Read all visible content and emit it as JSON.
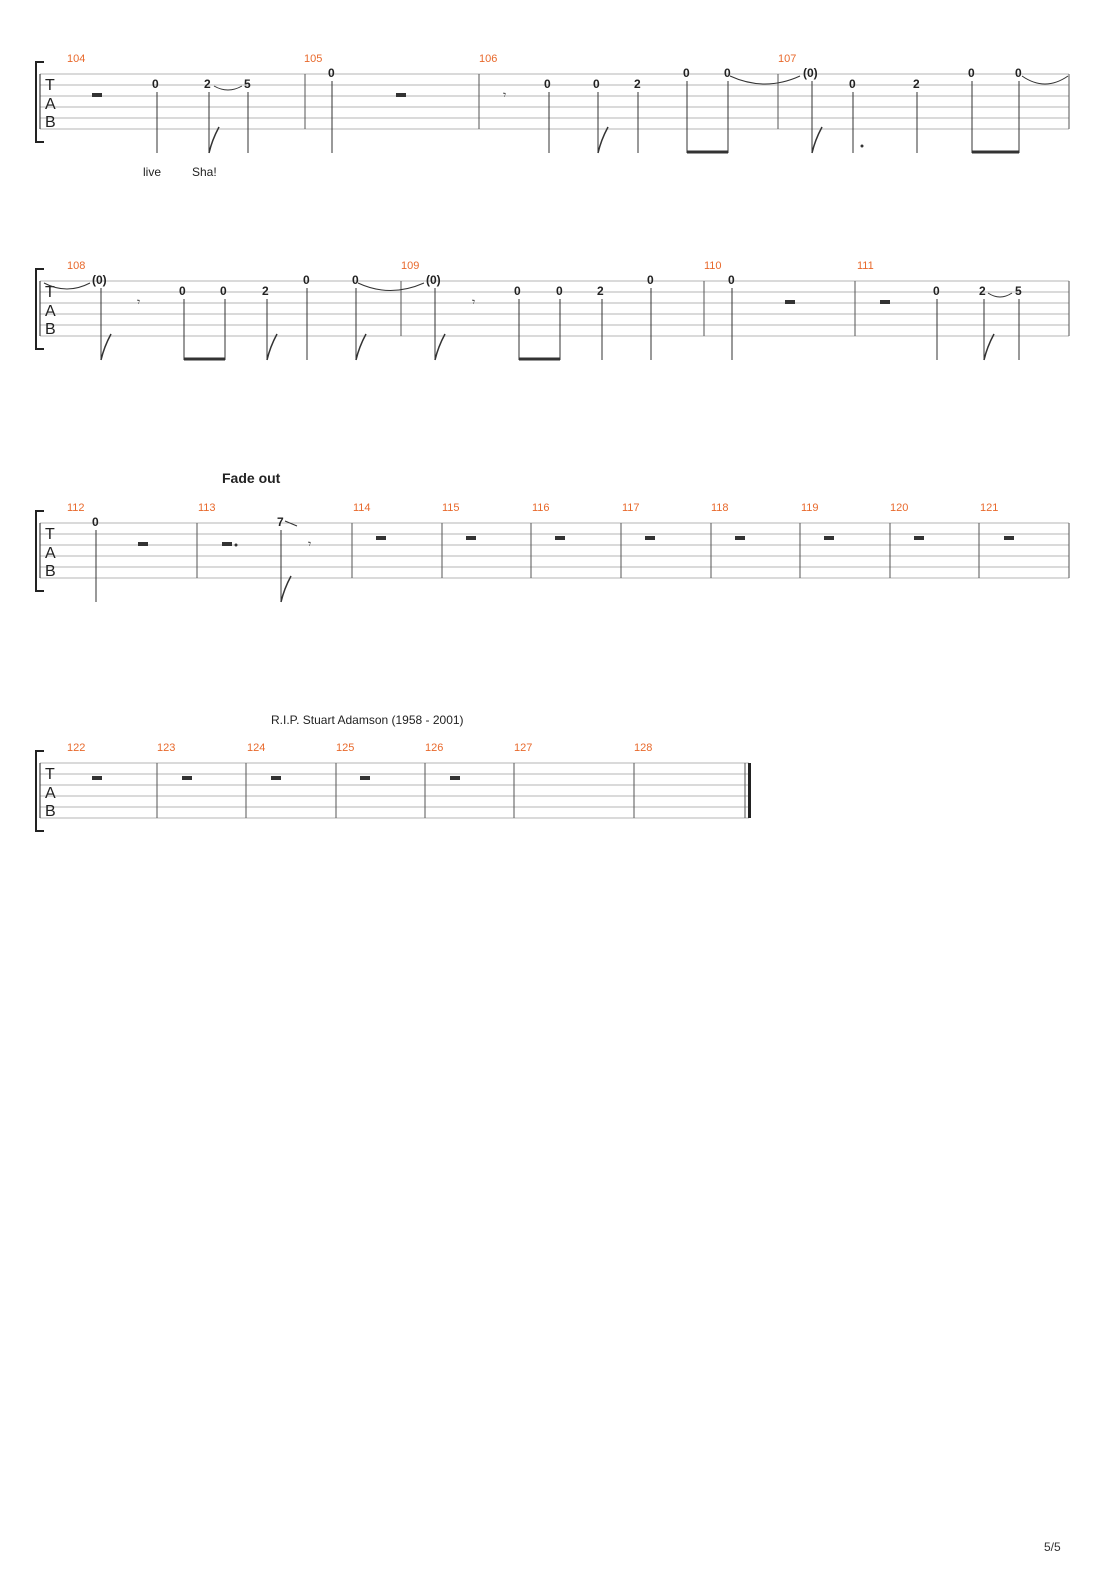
{
  "tab_label": [
    "T",
    "A",
    "B"
  ],
  "measure_numbers": {
    "row1": [
      "104",
      "105",
      "106",
      "107"
    ],
    "row2": [
      "108",
      "109",
      "110",
      "111"
    ],
    "row3": [
      "112",
      "113",
      "114",
      "115",
      "116",
      "117",
      "118",
      "119",
      "120",
      "121"
    ],
    "row4": [
      "122",
      "123",
      "124",
      "125",
      "126",
      "127",
      "128"
    ]
  },
  "frets": {
    "row1": [
      "0",
      "2",
      "5",
      "0",
      "0",
      "0",
      "2",
      "0",
      "0",
      "(0)",
      "0",
      "2",
      "0",
      "0"
    ],
    "row2": [
      "(0)",
      "0",
      "0",
      "2",
      "0",
      "0",
      "(0)",
      "0",
      "0",
      "2",
      "0",
      "0",
      "0",
      "2",
      "5"
    ],
    "row3": [
      "0",
      "7"
    ]
  },
  "lyrics": [
    "live",
    "Sha!"
  ],
  "fade_text": "Fade out",
  "dedication": "R.I.P. Stuart Adamson (1958 - 2001)",
  "page_number": "5/5"
}
